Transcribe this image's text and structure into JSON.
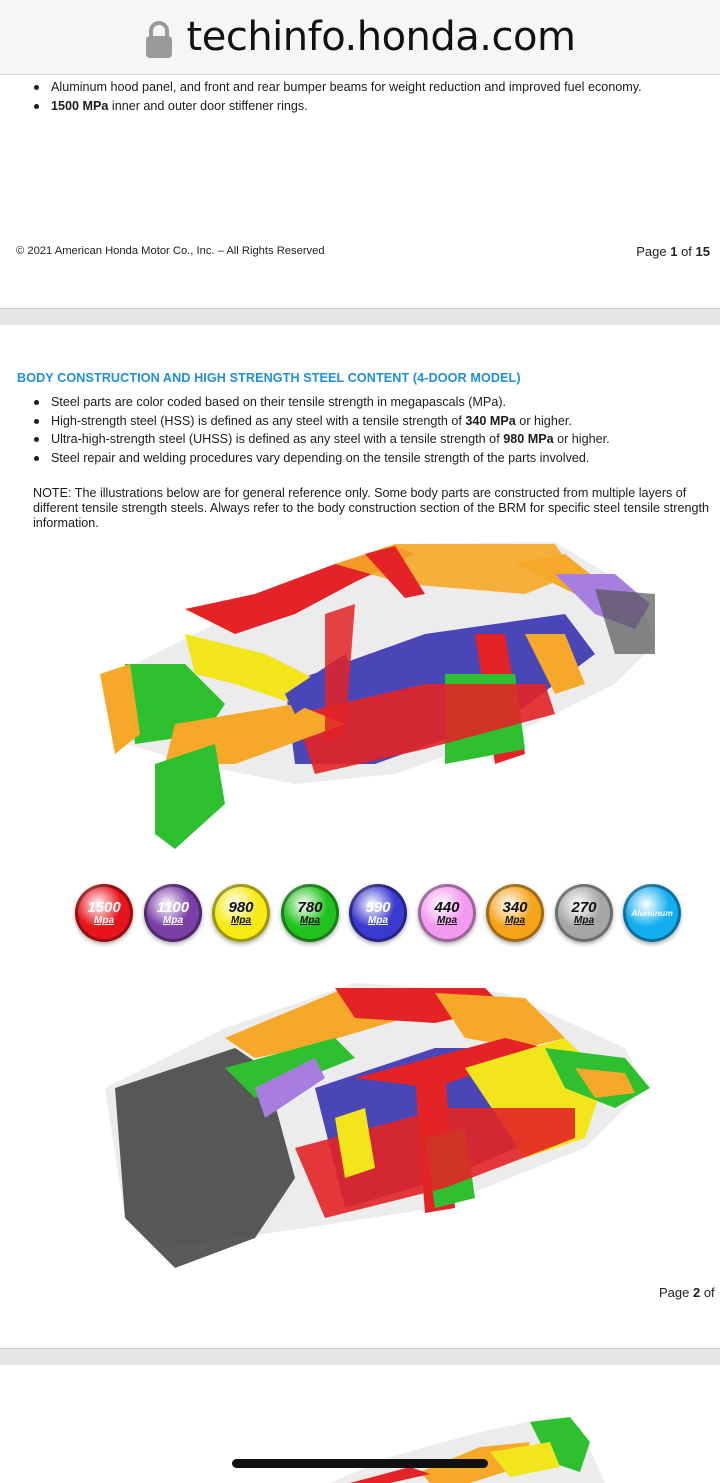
{
  "browser": {
    "url": "techinfo.honda.com"
  },
  "page1": {
    "bullets_tail": [
      {
        "text": "Aluminum hood panel, and front and rear bumper beams for weight reduction and improved fuel economy."
      },
      {
        "bold": "1500 MPa",
        "text": " inner and outer door stiffener rings."
      }
    ],
    "copyright": "© 2021 American Honda Motor Co., Inc. – All Rights Reserved",
    "page_label": "Page ",
    "page_num": "1",
    "page_of": " of ",
    "page_total": "15"
  },
  "page2": {
    "heading": "BODY CONSTRUCTION AND HIGH STRENGTH STEEL CONTENT (4-DOOR MODEL)",
    "bullets": [
      {
        "pre": "Steel parts are color coded based on their tensile strength in megapascals (MPa).",
        "bold": "",
        "post": ""
      },
      {
        "pre": "High-strength steel (HSS) is defined as any steel with a tensile strength of ",
        "bold": "340 MPa",
        "post": " or higher."
      },
      {
        "pre": "Ultra-high-strength steel (UHSS) is defined as any steel with a tensile strength of ",
        "bold": "980 MPa",
        "post": " or higher."
      },
      {
        "pre": "Steel repair and welding procedures vary depending on the tensile strength of the parts involved.",
        "bold": "",
        "post": ""
      }
    ],
    "note": "NOTE: The illustrations below are for general reference only. Some body parts are constructed from multiple layers of different tensile strength steels. Always refer to the body construction section of the BRM for specific steel tensile strength information.",
    "legend": [
      {
        "value": "1500",
        "unit": "Mpa",
        "color": "#e8141c",
        "text_color": "#ffffff"
      },
      {
        "value": "1100",
        "unit": "Mpa",
        "color": "#7b3fa8",
        "text_color": "#ffffff"
      },
      {
        "value": "980",
        "unit": "Mpa",
        "color": "#f5ea12",
        "text_color": "#111111"
      },
      {
        "value": "780",
        "unit": "Mpa",
        "color": "#22c21e",
        "text_color": "#111111"
      },
      {
        "value": "590",
        "unit": "Mpa",
        "color": "#3b3ad0",
        "text_color": "#ffffff"
      },
      {
        "value": "440",
        "unit": "Mpa",
        "color": "#f29af0",
        "text_color": "#111111"
      },
      {
        "value": "340",
        "unit": "Mpa",
        "color": "#f5a41a",
        "text_color": "#111111"
      },
      {
        "value": "270",
        "unit": "Mpa",
        "color": "#a6a6a6",
        "text_color": "#111111"
      },
      {
        "value": "Aluminum",
        "unit": "",
        "color": "#12aef0",
        "text_color": "#ffffff"
      }
    ],
    "page_label": "Page ",
    "page_num": "2",
    "page_of": " of "
  }
}
